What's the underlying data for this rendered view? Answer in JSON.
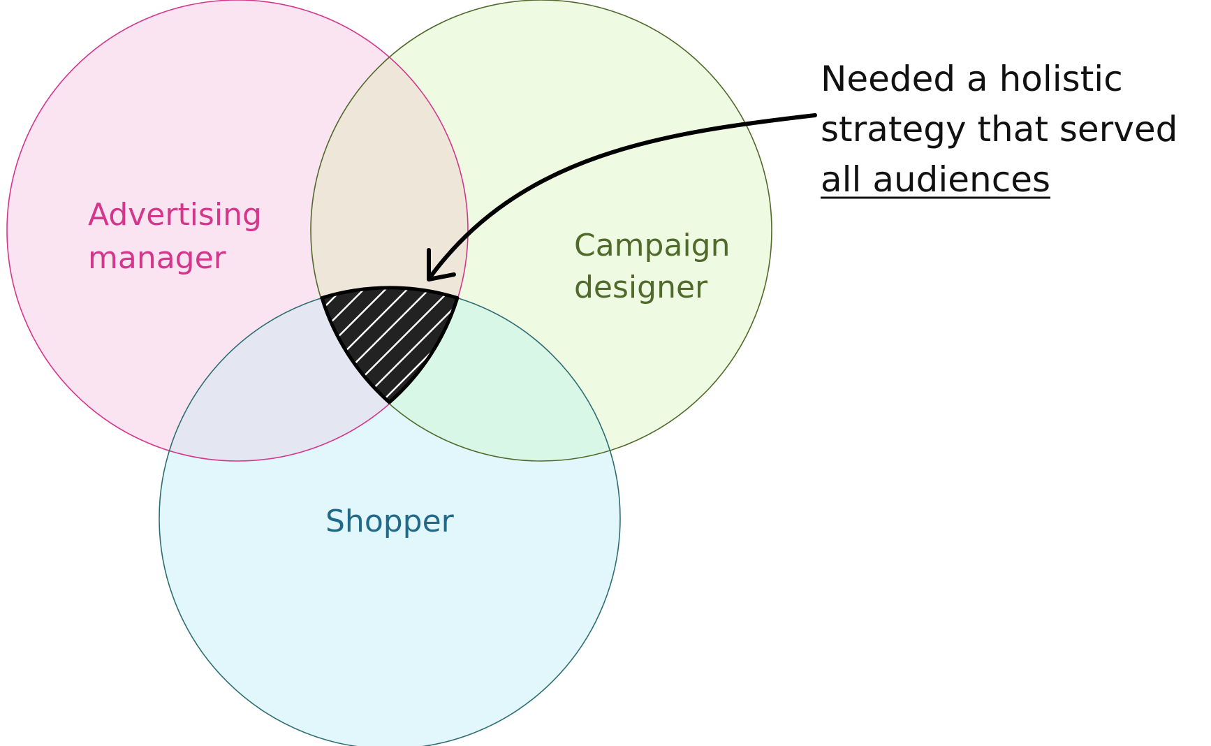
{
  "diagram": {
    "type": "venn",
    "sets": [
      {
        "key": "advertising",
        "label_lines": [
          "Advertising",
          "manager"
        ],
        "fill": "#fbe4f1",
        "stroke": "#d4368c",
        "text_color": "#d4368c"
      },
      {
        "key": "campaign",
        "label_lines": [
          "Campaign",
          "designer"
        ],
        "fill": "#effae3",
        "stroke": "#4f6a2a",
        "text_color": "#4f6a2a"
      },
      {
        "key": "shopper",
        "label_lines": [
          "Shopper"
        ],
        "fill": "#e2f7fb",
        "stroke": "#2e6e73",
        "text_color": "#1f6a8a"
      }
    ],
    "pairwise_fills": {
      "advertising_campaign": "#efe6da",
      "advertising_shopper": "#e4e6f2",
      "campaign_shopper": "#d8f7e7"
    },
    "center_region": {
      "pattern": "diagonal-hatch",
      "fill": "#222222",
      "hatch_color": "#ffffff"
    },
    "callout": {
      "lines": [
        "Needed a holistic",
        "strategy that served",
        "all audiences"
      ],
      "underlined_line": "all audiences",
      "text_color": "#111111",
      "arrow_color": "#000000"
    }
  }
}
